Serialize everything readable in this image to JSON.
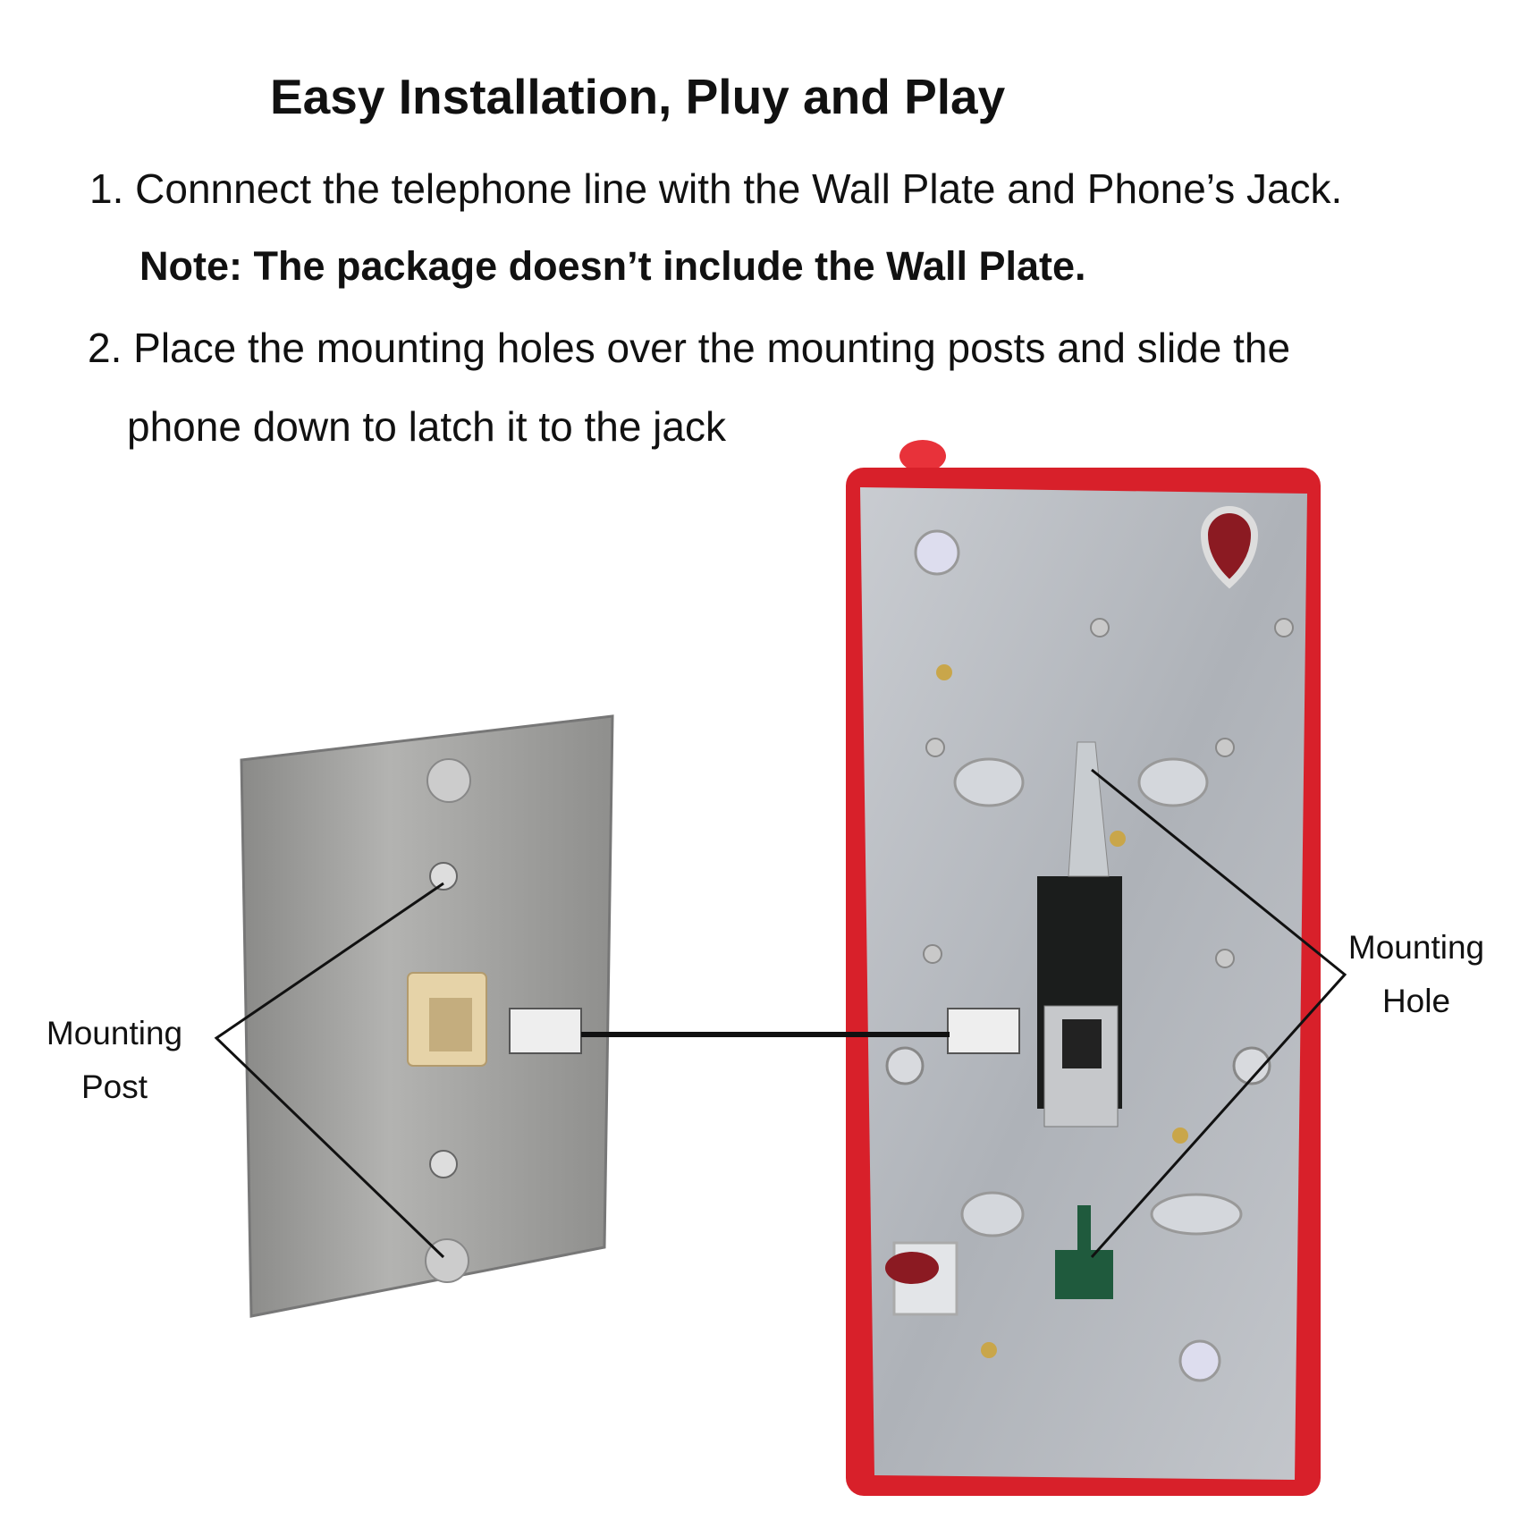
{
  "title": "Easy Installation, Pluy and Play",
  "steps": {
    "step1": "1. Connnect the telephone line with the Wall Plate and Phone’s Jack.",
    "note": "Note: The package doesn’t include the Wall Plate.",
    "step2_line1": "2. Place the mounting  holes over the mounting posts and slide the",
    "step2_line2": "phone down to latch it to the jack"
  },
  "labels": {
    "post_line1": "Mounting",
    "post_line2": "Post",
    "hole_line1": "Mounting",
    "hole_line2": "Hole"
  },
  "colors": {
    "phone_body": "#d8202a",
    "plate": "#b8bcc2",
    "wall_plate": "#9a9a98"
  }
}
